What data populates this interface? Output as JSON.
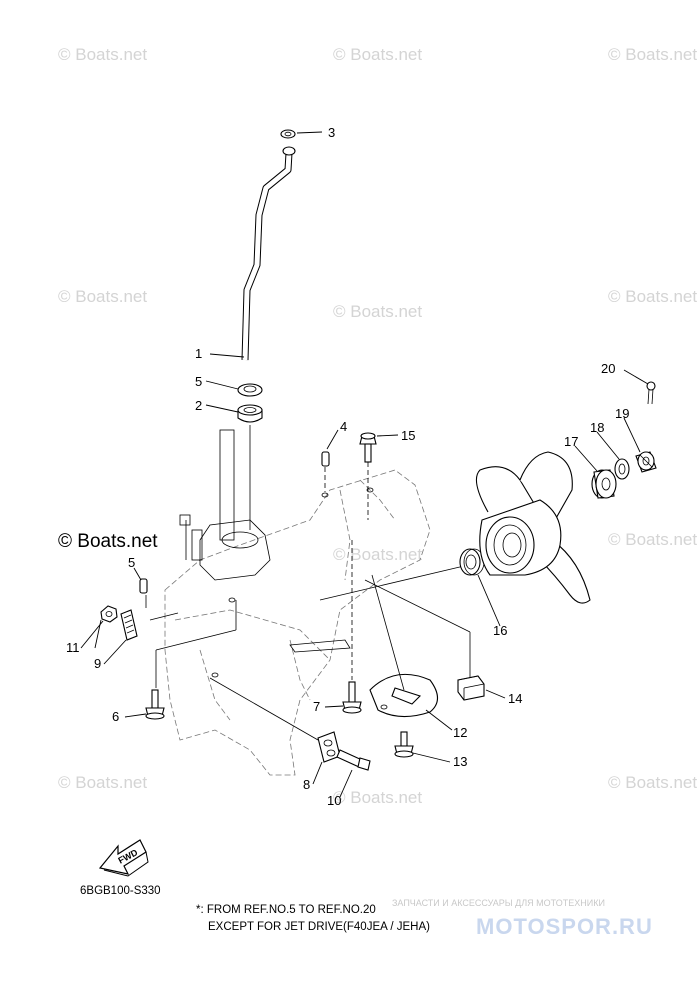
{
  "watermark": "© Boats.net",
  "watermark_large": "© Boats.net",
  "callouts": [
    "1",
    "2",
    "3",
    "4",
    "5",
    "5",
    "6",
    "7",
    "8",
    "9",
    "10",
    "11",
    "12",
    "13",
    "14",
    "15",
    "16",
    "17",
    "18",
    "19",
    "20"
  ],
  "fwd_label": "FWD",
  "diagram_code": "6BGB100-S330",
  "footnote": {
    "line1": "*: FROM REF.NO.5 TO REF.NO.20",
    "line2": "EXCEPT FOR JET DRIVE(F40JEA / JEHA)"
  },
  "store_banner": {
    "tagline": "ЗАПЧАСТИ И АКСЕССУАРЫ ДЛЯ МОТОТЕХНИКИ",
    "logo": "MOTOSPOR.RU"
  },
  "colors": {
    "ink": "#000000",
    "watermark": "#d4d4d4",
    "logo": "#c9d7ee"
  }
}
